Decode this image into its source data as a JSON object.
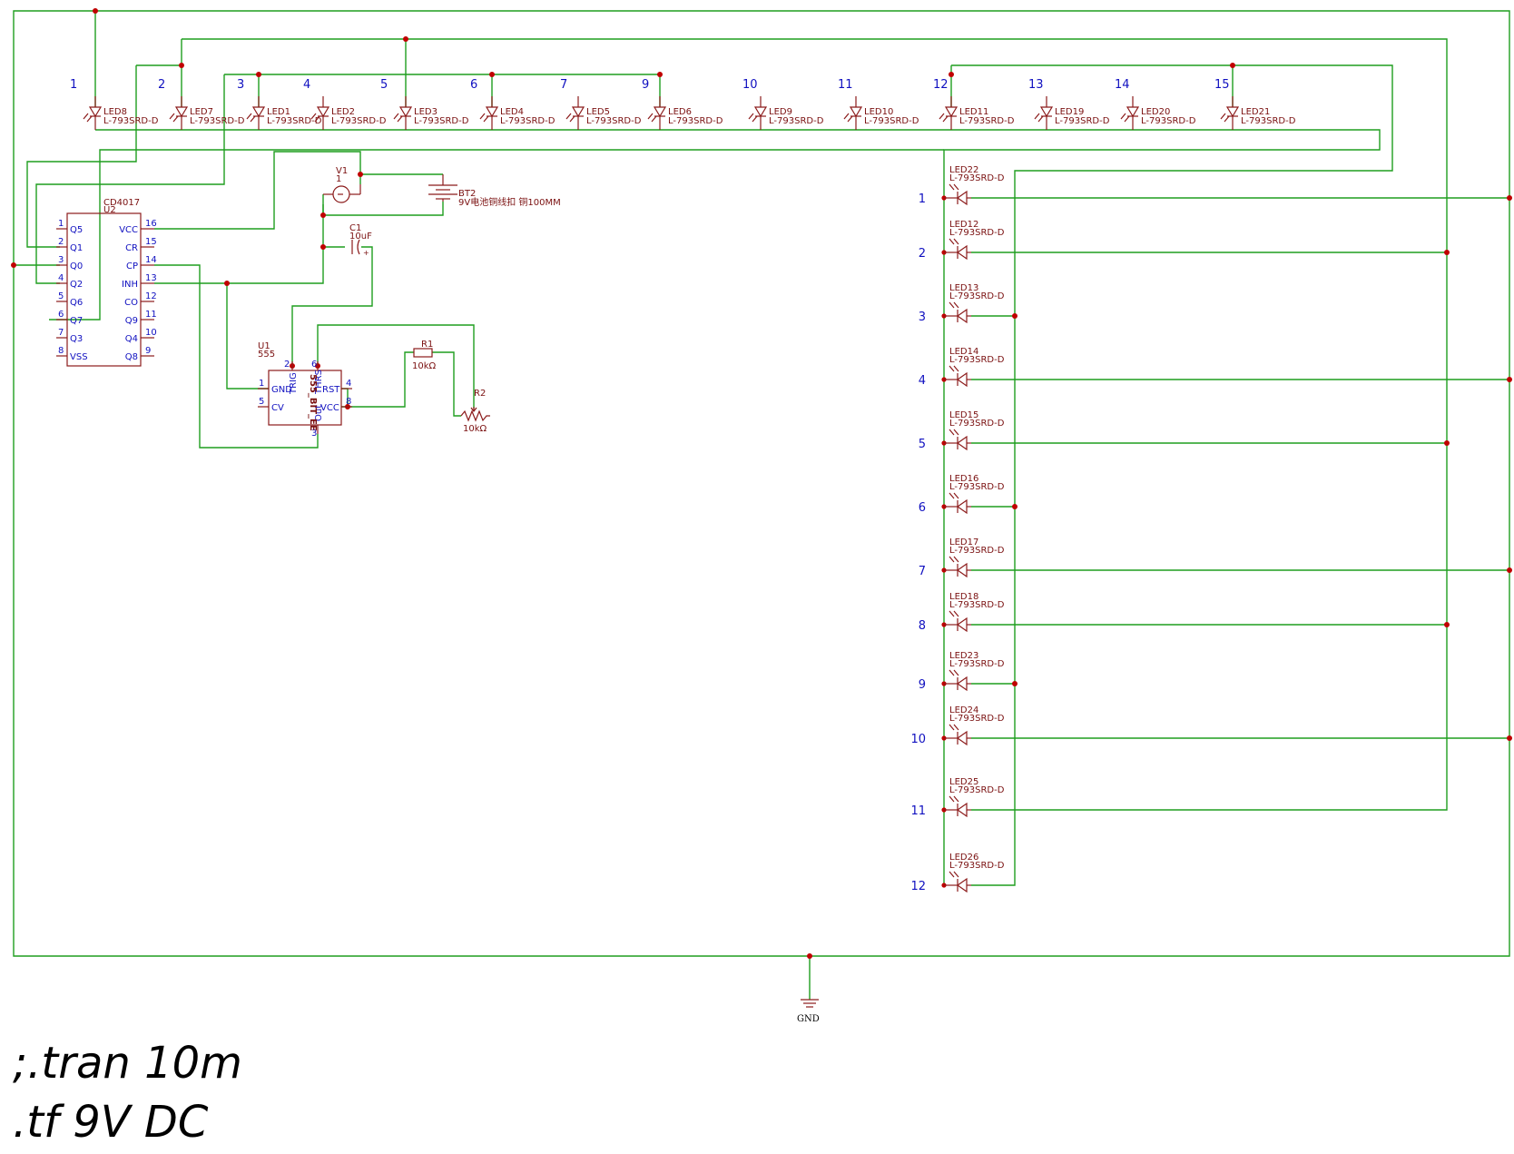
{
  "top_leds": [
    {
      "num": "1",
      "ref": "LED8",
      "part": "L-793SRD-D"
    },
    {
      "num": "2",
      "ref": "LED7",
      "part": "L-793SRD-D"
    },
    {
      "num": "3",
      "ref": "LED1",
      "part": "L-793SRD-D"
    },
    {
      "num": "4",
      "ref": "LED2",
      "part": "L-793SRD-D"
    },
    {
      "num": "5",
      "ref": "LED3",
      "part": "L-793SRD-D"
    },
    {
      "num": "6",
      "ref": "LED4",
      "part": "L-793SRD-D"
    },
    {
      "num": "7",
      "ref": "LED5",
      "part": "L-793SRD-D"
    },
    {
      "num": "9",
      "ref": "LED6",
      "part": "L-793SRD-D"
    },
    {
      "num": "10",
      "ref": "LED9",
      "part": "L-793SRD-D"
    },
    {
      "num": "11",
      "ref": "LED10",
      "part": "L-793SRD-D"
    },
    {
      "num": "12",
      "ref": "LED11",
      "part": "L-793SRD-D"
    },
    {
      "num": "13",
      "ref": "LED19",
      "part": "L-793SRD-D"
    },
    {
      "num": "14",
      "ref": "LED20",
      "part": "L-793SRD-D"
    },
    {
      "num": "15",
      "ref": "LED21",
      "part": "L-793SRD-D"
    }
  ],
  "right_leds": [
    {
      "num": "1",
      "ref": "LED22",
      "part": "L-793SRD-D"
    },
    {
      "num": "2",
      "ref": "LED12",
      "part": "L-793SRD-D"
    },
    {
      "num": "3",
      "ref": "LED13",
      "part": "L-793SRD-D"
    },
    {
      "num": "4",
      "ref": "LED14",
      "part": "L-793SRD-D"
    },
    {
      "num": "5",
      "ref": "LED15",
      "part": "L-793SRD-D"
    },
    {
      "num": "6",
      "ref": "LED16",
      "part": "L-793SRD-D"
    },
    {
      "num": "7",
      "ref": "LED17",
      "part": "L-793SRD-D"
    },
    {
      "num": "8",
      "ref": "LED18",
      "part": "L-793SRD-D"
    },
    {
      "num": "9",
      "ref": "LED23",
      "part": "L-793SRD-D"
    },
    {
      "num": "10",
      "ref": "LED24",
      "part": "L-793SRD-D"
    },
    {
      "num": "11",
      "ref": "LED25",
      "part": "L-793SRD-D"
    },
    {
      "num": "12",
      "ref": "LED26",
      "part": "L-793SRD-D"
    }
  ],
  "u2": {
    "ref": "U2",
    "value": "CD4017",
    "left_pins": [
      {
        "num": "1",
        "name": "Q5"
      },
      {
        "num": "2",
        "name": "Q1"
      },
      {
        "num": "3",
        "name": "Q0"
      },
      {
        "num": "4",
        "name": "Q2"
      },
      {
        "num": "5",
        "name": "Q6"
      },
      {
        "num": "6",
        "name": "Q7"
      },
      {
        "num": "7",
        "name": "Q3"
      },
      {
        "num": "8",
        "name": "VSS"
      }
    ],
    "right_pins": [
      {
        "num": "16",
        "name": "VCC"
      },
      {
        "num": "15",
        "name": "CR"
      },
      {
        "num": "14",
        "name": "CP"
      },
      {
        "num": "13",
        "name": "INH"
      },
      {
        "num": "12",
        "name": "CO"
      },
      {
        "num": "11",
        "name": "Q9"
      },
      {
        "num": "10",
        "name": "Q4"
      },
      {
        "num": "9",
        "name": "Q8"
      }
    ]
  },
  "u1": {
    "ref": "U1",
    "value": "555",
    "center": "555_BIT_EE",
    "pins": {
      "gnd": {
        "num": "1",
        "name": "GND"
      },
      "cv": {
        "num": "5",
        "name": "CV"
      },
      "rst": {
        "num": "4",
        "name": "RST"
      },
      "vcc": {
        "num": "8",
        "name": "VCC"
      },
      "trig": {
        "num": "2",
        "name": "TRIG"
      },
      "thrs": {
        "num": "6",
        "name": "THRS"
      },
      "out": {
        "num": "3",
        "name": "Out"
      }
    }
  },
  "v1": {
    "ref": "V1",
    "pin": "1"
  },
  "bt2": {
    "ref": "BT2",
    "value": "9V电池铜线扣 铜100MM"
  },
  "c1": {
    "ref": "C1",
    "value": "10uF"
  },
  "r1": {
    "ref": "R1",
    "value": "10kΩ"
  },
  "r2": {
    "ref": "R2",
    "value": "10kΩ"
  },
  "gnd": {
    "label": "GND"
  },
  "sim": {
    "line1": ";.tran 10m",
    "line2": ".tf 9V DC"
  },
  "colors": {
    "wire": "#1f9e1f",
    "component": "#8b1a1a",
    "junction": "#c00000",
    "pin_text": "#1010c0"
  }
}
